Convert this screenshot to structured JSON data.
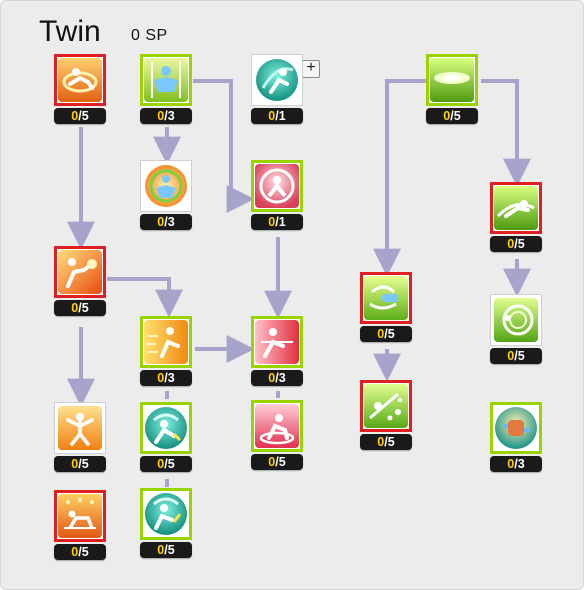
{
  "header": {
    "title": "Twin",
    "sp": "0 SP"
  },
  "plus_label": "+",
  "level_sep": "/",
  "skills": [
    {
      "id": "s1",
      "cur": "0",
      "max": "5",
      "border": "red"
    },
    {
      "id": "s2",
      "cur": "0",
      "max": "3",
      "border": "green"
    },
    {
      "id": "s3",
      "cur": "0",
      "max": "1",
      "border": "none"
    },
    {
      "id": "s4",
      "cur": "0",
      "max": "5",
      "border": "green"
    },
    {
      "id": "s5",
      "cur": "0",
      "max": "3",
      "border": "none"
    },
    {
      "id": "s6",
      "cur": "0",
      "max": "1",
      "border": "green"
    },
    {
      "id": "s7",
      "cur": "0",
      "max": "5",
      "border": "red"
    },
    {
      "id": "s8",
      "cur": "0",
      "max": "5",
      "border": "red"
    },
    {
      "id": "s9",
      "cur": "0",
      "max": "3",
      "border": "green"
    },
    {
      "id": "s10",
      "cur": "0",
      "max": "3",
      "border": "green"
    },
    {
      "id": "s11",
      "cur": "0",
      "max": "5",
      "border": "red"
    },
    {
      "id": "s12",
      "cur": "0",
      "max": "5",
      "border": "green"
    },
    {
      "id": "s13",
      "cur": "0",
      "max": "5",
      "border": "none"
    },
    {
      "id": "s14",
      "cur": "0",
      "max": "5",
      "border": "none"
    },
    {
      "id": "s15",
      "cur": "0",
      "max": "5",
      "border": "green"
    },
    {
      "id": "s16",
      "cur": "0",
      "max": "5",
      "border": "red"
    },
    {
      "id": "s17",
      "cur": "0",
      "max": "3",
      "border": "green"
    },
    {
      "id": "s18",
      "cur": "0",
      "max": "5",
      "border": "red"
    },
    {
      "id": "s19",
      "cur": "0",
      "max": "5",
      "border": "green"
    }
  ],
  "colors": {
    "connector": "#a7a4cc",
    "selected_red": "#e02020",
    "selected_green": "#9ad400",
    "level_current": "#ffd200"
  }
}
